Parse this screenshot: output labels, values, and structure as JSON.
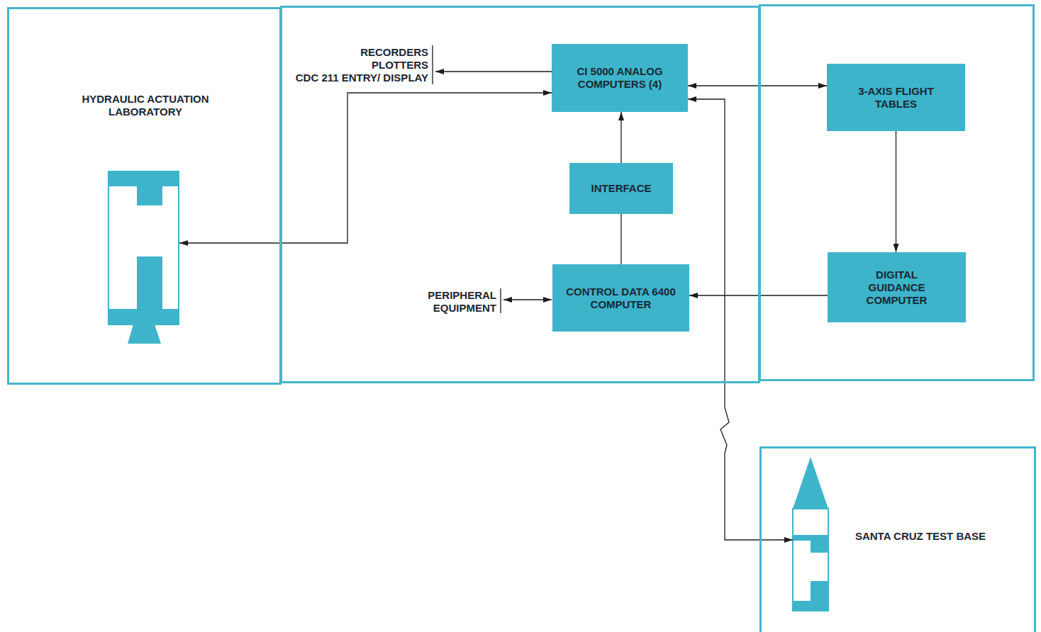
{
  "diagram": {
    "nodes": [
      {
        "text": [
          "HYDRAULIC ACTUATION LABORATORY"
        ]
      },
      {
        "text": []
      },
      {
        "text": [
          "CI 5000 ANALOG COMPUTERS (4)"
        ],
        "in": 1
      },
      {
        "text": [
          "INTERFACE"
        ],
        "in": 1
      },
      {
        "text": [
          "CONTROL DATA 6400 COMPUTER"
        ],
        "in": 1
      },
      {
        "text": []
      },
      {
        "text": [
          "3-AXIS FLIGHT TABLES"
        ],
        "in": 5
      },
      {
        "text": [
          "DIGITAL GUIDANCE COMPUTER"
        ],
        "in": 5
      },
      {
        "text": [
          "SANTA CRUZ TEST BASE"
        ]
      }
    ],
    "edges": [
      {
        "from": 2,
        "to": 0,
        "arrow": "both"
      },
      {
        "from": 2,
        "to": 6,
        "arrow": "both"
      },
      {
        "from": 3,
        "to": 2,
        "arrow": "to"
      },
      {
        "from": 4,
        "to": 3,
        "arrow": "none"
      },
      {
        "from": 6,
        "to": 7,
        "arrow": "to"
      },
      {
        "from": 7,
        "to": 4,
        "arrow": "to"
      },
      {
        "from": 2,
        "to": 8,
        "arrow": "both"
      }
    ],
    "labels": [
      "RECORDERS",
      "PLOTTERS",
      "CDC 211 ENTRY/ DISPLAY",
      "PERIPHERAL EQUIPMENT"
    ]
  }
}
